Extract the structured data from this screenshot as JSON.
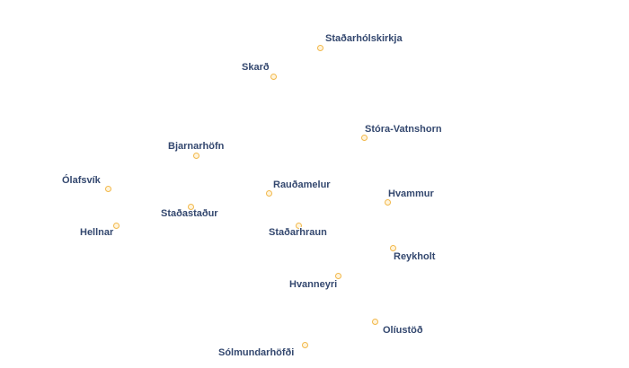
{
  "map": {
    "places": [
      {
        "name": "Staðarhólskirkja"
      },
      {
        "name": "Skarð"
      },
      {
        "name": "Stóra-Vatnshorn"
      },
      {
        "name": "Bjarnarhöfn"
      },
      {
        "name": "Ólafsvík"
      },
      {
        "name": "Rauðamelur"
      },
      {
        "name": "Hvammur"
      },
      {
        "name": "Staðastaður"
      },
      {
        "name": "Hellnar"
      },
      {
        "name": "Staðarhraun"
      },
      {
        "name": "Reykholt"
      },
      {
        "name": "Hvanneyri"
      },
      {
        "name": "Olíustöð"
      },
      {
        "name": "Sólmundarhöfði"
      }
    ]
  },
  "colors": {
    "label_text": "#34486f",
    "marker_stroke": "#f2b84b",
    "marker_fill": "#fff4dc",
    "background": "#ffffff"
  }
}
